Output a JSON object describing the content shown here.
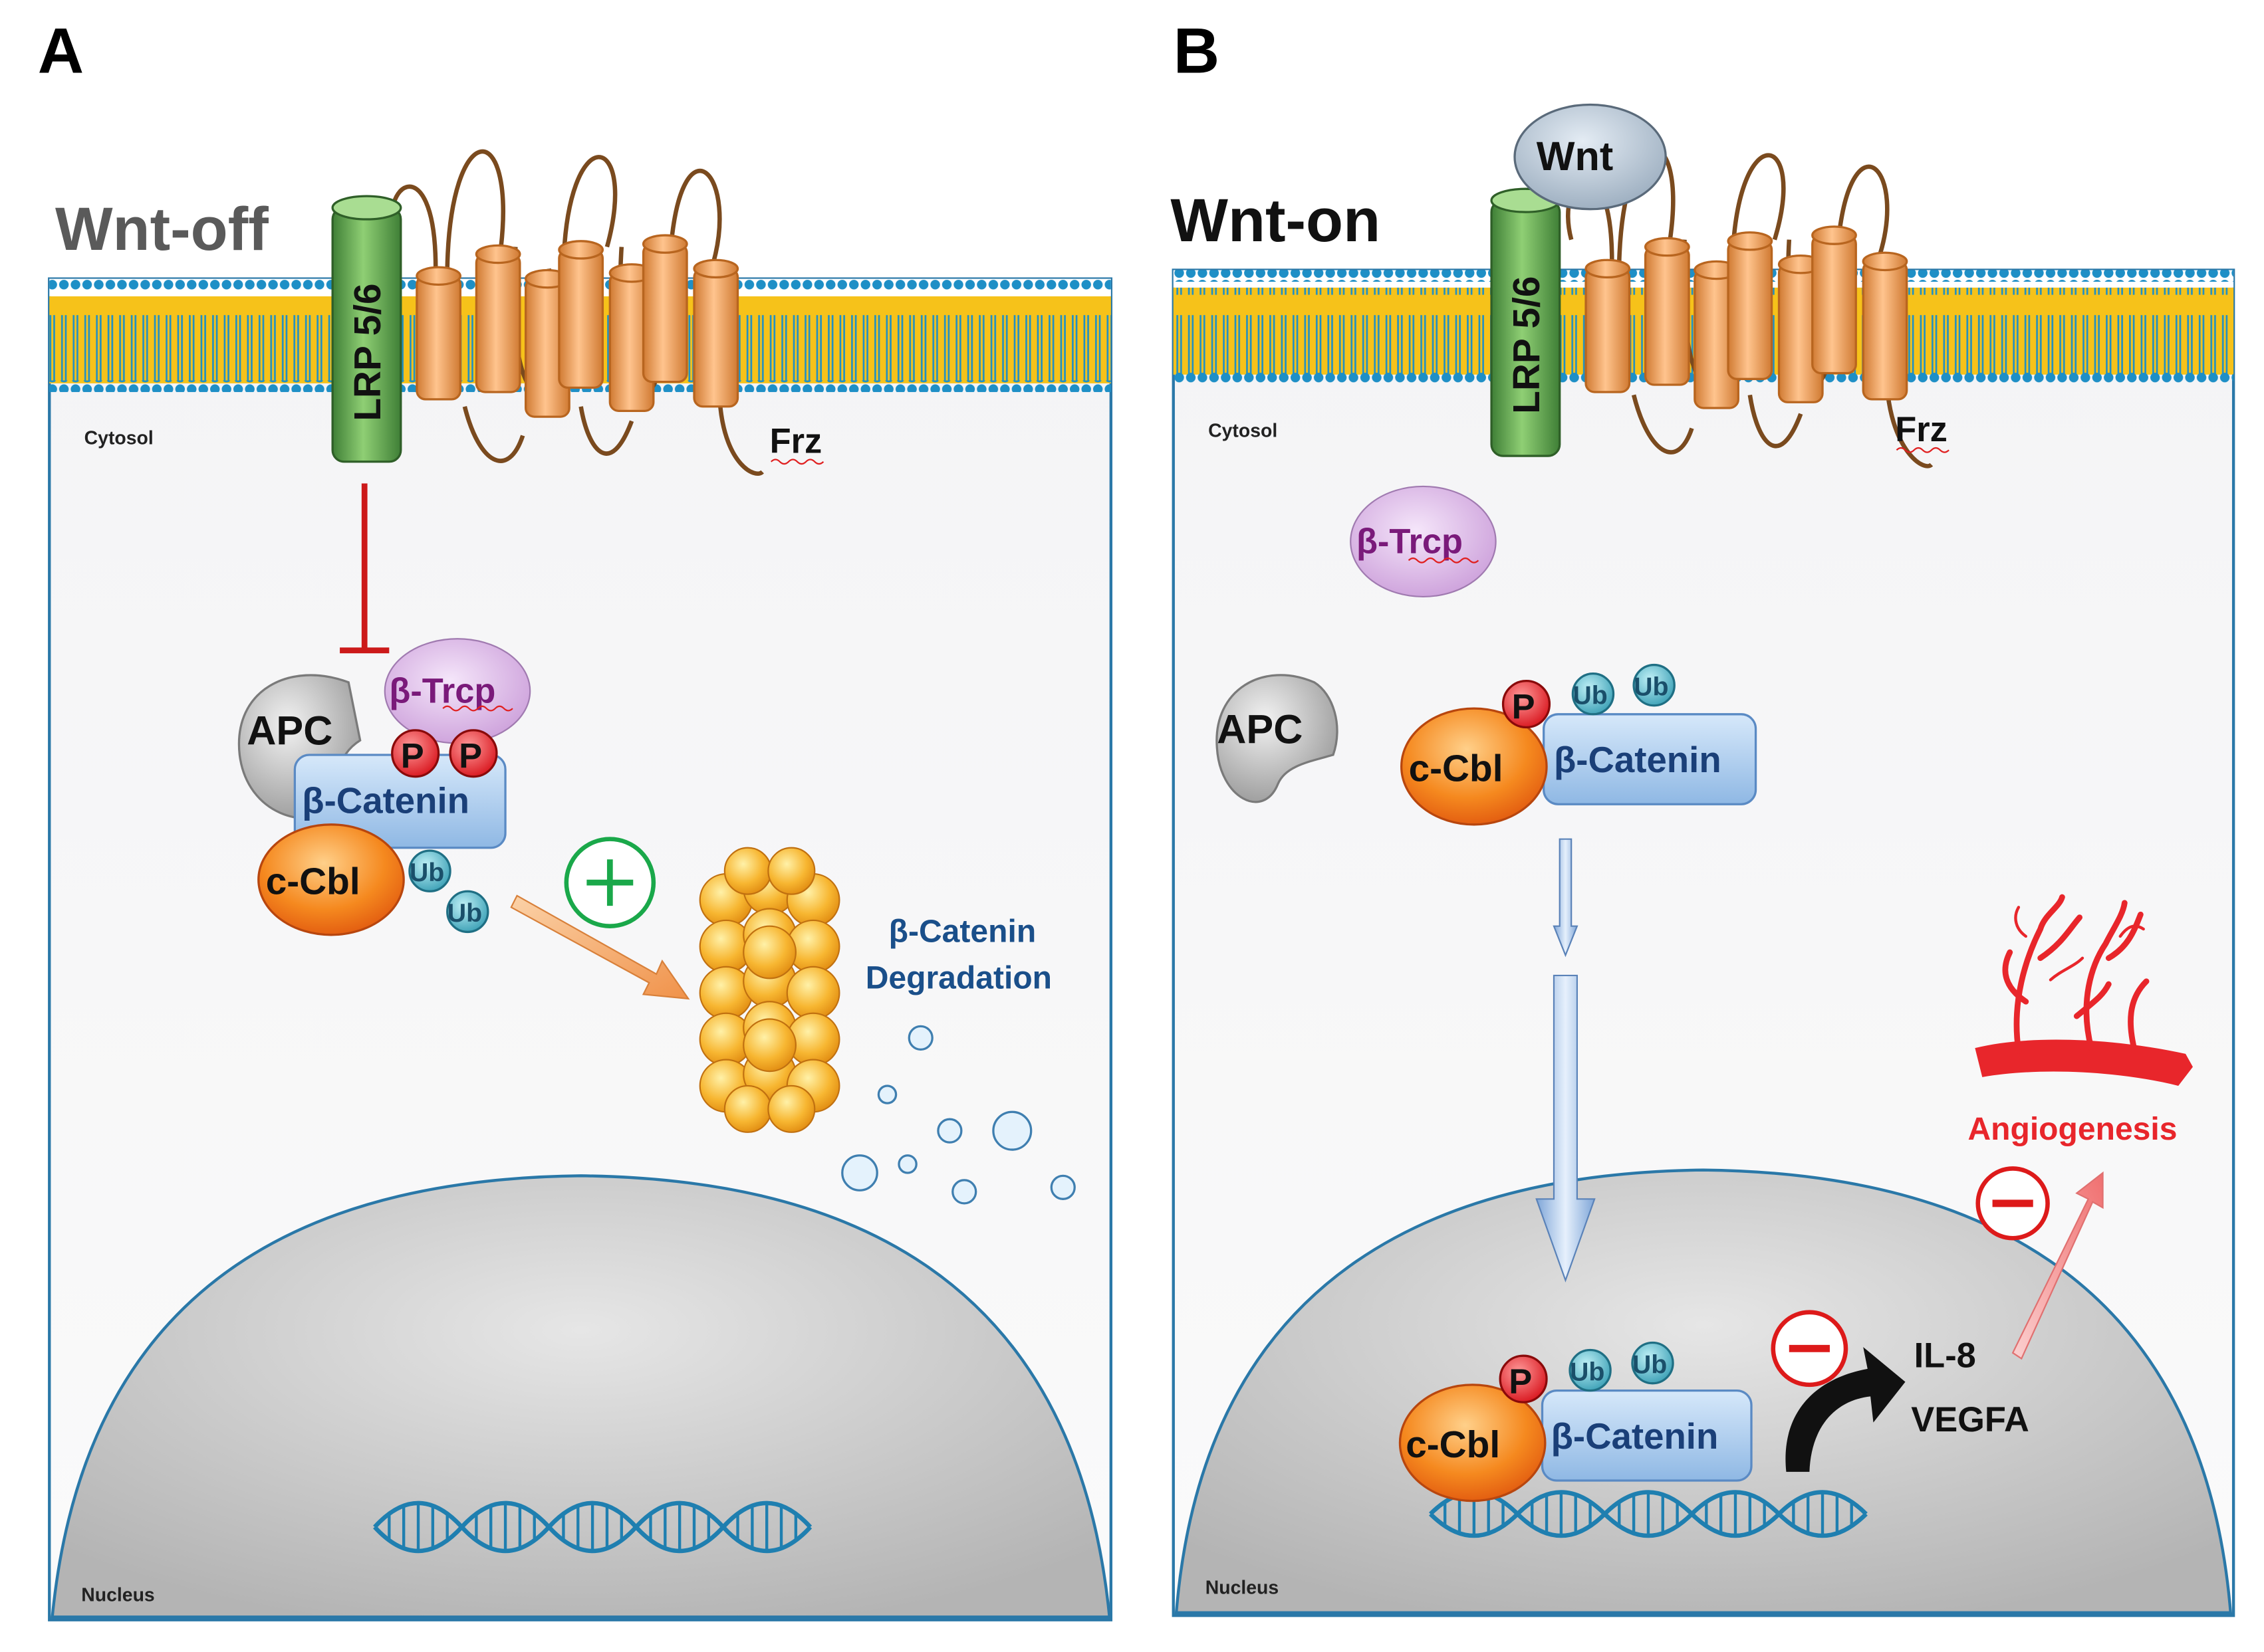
{
  "panel_a": {
    "letter": "A",
    "state_label": "Wnt-off",
    "cytosol_label": "Cytosol",
    "nucleus_label": "Nucleus",
    "lrp_label": "LRP 5/6",
    "frz_label": "Frz",
    "apc_label": "APC",
    "btrcp_label": "β-Trcp",
    "p_label": "P",
    "catenin_label": "β-Catenin",
    "ccbl_label": "c-Cbl",
    "ub_label": "Ub",
    "plus_symbol": "+",
    "degradation_line1": "β-Catenin",
    "degradation_line2": "Degradation"
  },
  "panel_b": {
    "letter": "B",
    "state_label": "Wnt-on",
    "wnt_label": "Wnt",
    "cytosol_label": "Cytosol",
    "nucleus_label": "Nucleus",
    "lrp_label": "LRP 5/6",
    "frz_label": "Frz",
    "btrcp_label": "β-Trcp",
    "apc_label": "APC",
    "p_label": "P",
    "ub_label": "Ub",
    "catenin_label": "β-Catenin",
    "ccbl_label": "c-Cbl",
    "minus_symbol": "−",
    "il8_label": "IL-8",
    "vegfa_label": "VEGFA",
    "angiogenesis_label": "Angiogenesis"
  },
  "colors": {
    "membrane_head": "#1e8fc6",
    "membrane_tail": "#f6c21a",
    "lrp_green": "#5aa04a",
    "frz_orange": "#f0a45c",
    "catenin_blue": "#a9cbee",
    "ccbl_orange": "#f07a1a",
    "p_red": "#e8262b",
    "ub_teal": "#5ab8cc",
    "btrcp_purple": "#d9b3e4",
    "inhibition_red": "#cc1a1a",
    "plus_green": "#1aa84a",
    "nucleus_edge": "#2a78a8",
    "angiogenesis_red": "#e8262b"
  }
}
